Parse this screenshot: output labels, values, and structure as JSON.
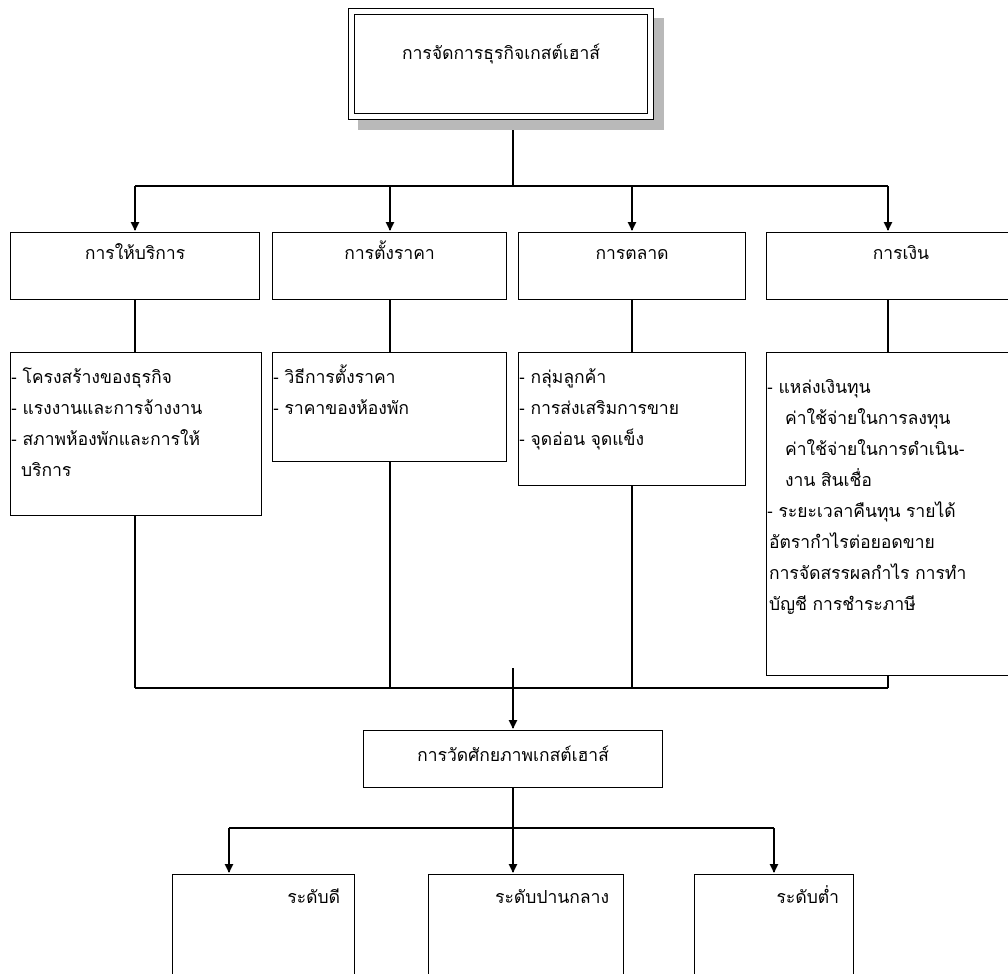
{
  "title": "การจัดการธุรกิจเกสต์เฮาส์",
  "categories": [
    {
      "label": "การให้บริการ",
      "items": [
        "- โครงสร้างของธุรกิจ",
        "- แรงงานและการจ้างงาน",
        "- สภาพห้องพักและการให้",
        "บริการ"
      ]
    },
    {
      "label": "การตั้งราคา",
      "items": [
        "- วิธีการตั้งราคา",
        "- ราคาของห้องพัก"
      ]
    },
    {
      "label": "การตลาด",
      "items": [
        "- กลุ่มลูกค้า",
        "- การส่งเสริมการขาย",
        "- จุดอ่อน จุดแข็ง"
      ]
    },
    {
      "label": "การเงิน",
      "items": [
        "- แหล่งเงินทุน",
        "ค่าใช้จ่ายในการลงทุน",
        "ค่าใช้จ่ายในการดำเนิน-",
        "งาน สินเชื่อ",
        "- ระยะเวลาคืนทุน รายได้",
        "อัตรากำไรต่อยอดขาย",
        "การจัดสรรผลกำไร การทำ",
        "บัญชี การชำระภาษี"
      ]
    }
  ],
  "measure": "การวัดศักยภาพเกสต์เฮาส์",
  "levels": [
    "ระดับดี",
    "ระดับปานกลาง",
    "ระดับต่ำ"
  ]
}
